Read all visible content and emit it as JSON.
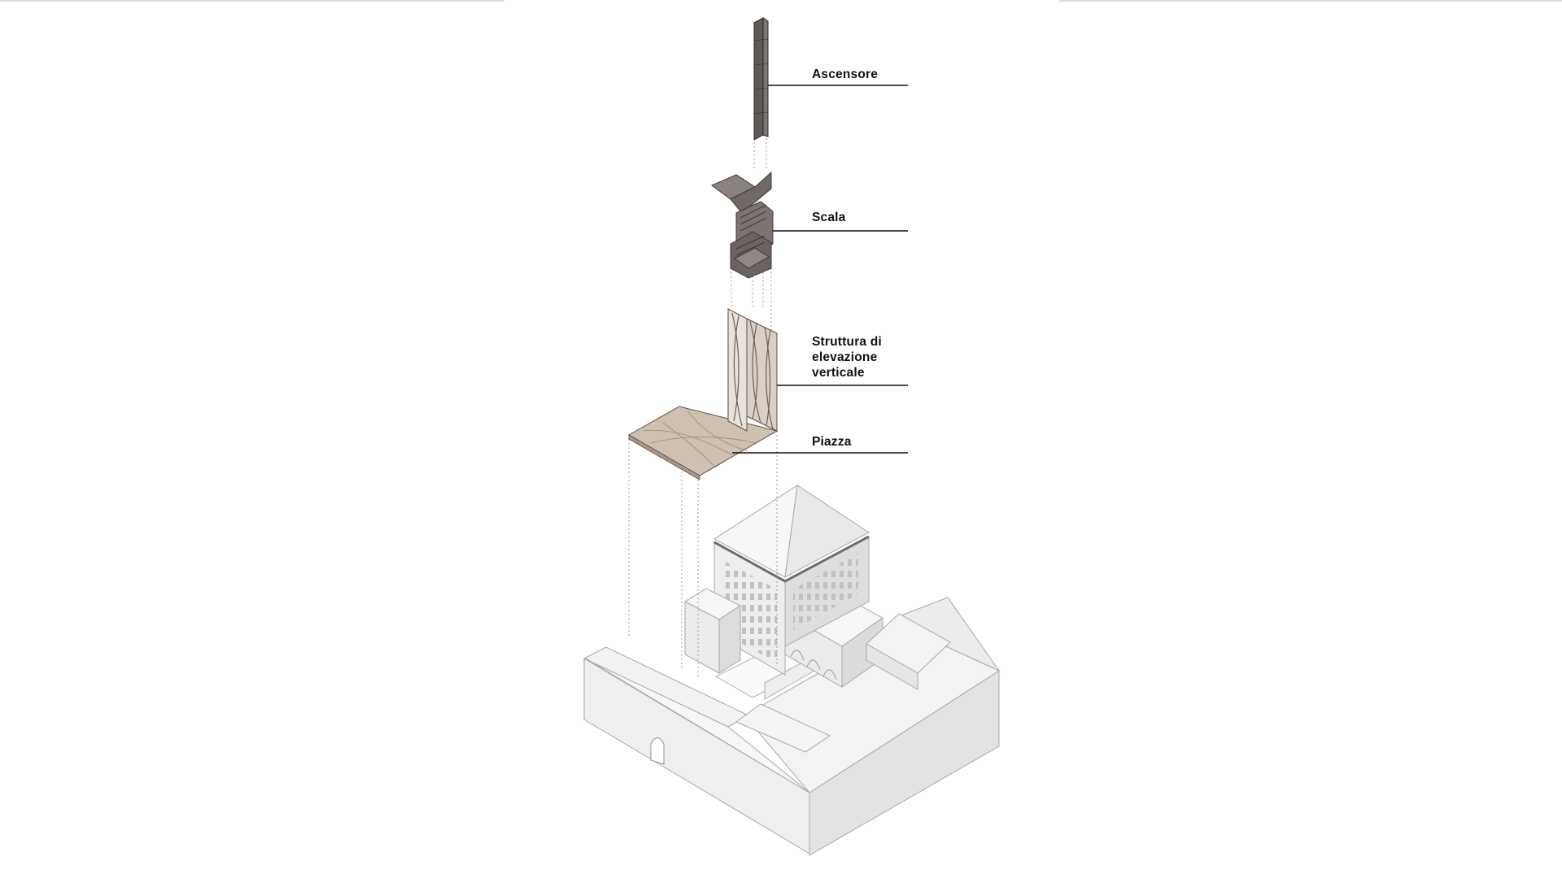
{
  "colors": {
    "leader": "#111111",
    "guide_dotted": "#c98a8a",
    "elevator": "#5d5a58",
    "stair": "#77706c",
    "lattice": "#8d7b73",
    "plaza": "#cfc1b1",
    "building_light": "#f5f5f5",
    "building_mid": "#e6e6e6",
    "building_dark": "#d6d6d6",
    "outline": "#9a9a9a"
  },
  "labels": {
    "ascensore": [
      "Ascensore"
    ],
    "scala": [
      "Scala"
    ],
    "struttura": [
      "Struttura di",
      "elevazione",
      "verticale"
    ],
    "piazza": [
      "Piazza"
    ]
  }
}
